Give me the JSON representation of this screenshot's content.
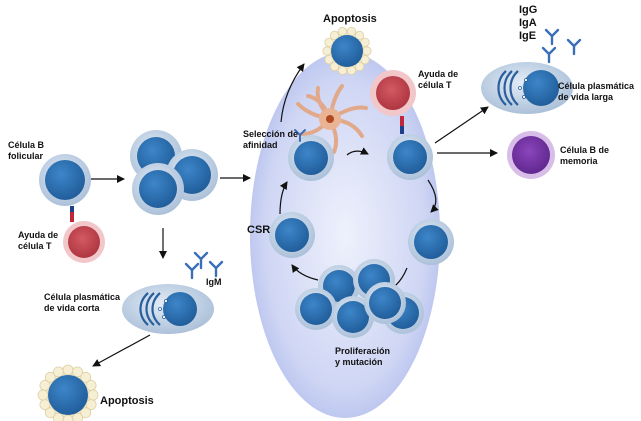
{
  "labels": {
    "follicular_b": [
      "Célula B",
      "folicular"
    ],
    "t_help_left": [
      "Ayuda de",
      "célula T"
    ],
    "t_help_top": [
      "Ayuda de",
      "célula T"
    ],
    "igm": "IgM",
    "short_plasma": [
      "Célula plasmática",
      "de vida corta"
    ],
    "apoptosis_bottom": "Apoptosis",
    "apoptosis_top": "Apoptosis",
    "affinity_selection": [
      "Selección de",
      "afinidad"
    ],
    "csr": "CSR",
    "proliferation": [
      "Proliferación",
      "y mutación"
    ],
    "isotypes": [
      "IgG",
      "IgA",
      "IgE"
    ],
    "long_plasma": [
      "Célula plasmática",
      "de vida larga"
    ],
    "memory_b": [
      "Célula B de",
      "memoria"
    ]
  },
  "colors": {
    "nucleus": "#2c6fb0",
    "cell_ring": "#b9cde3",
    "germinal_center": "#c6cff1",
    "t_cell": "#c84450",
    "memory_cell": "#6a2d99",
    "arrow": "#111111"
  }
}
